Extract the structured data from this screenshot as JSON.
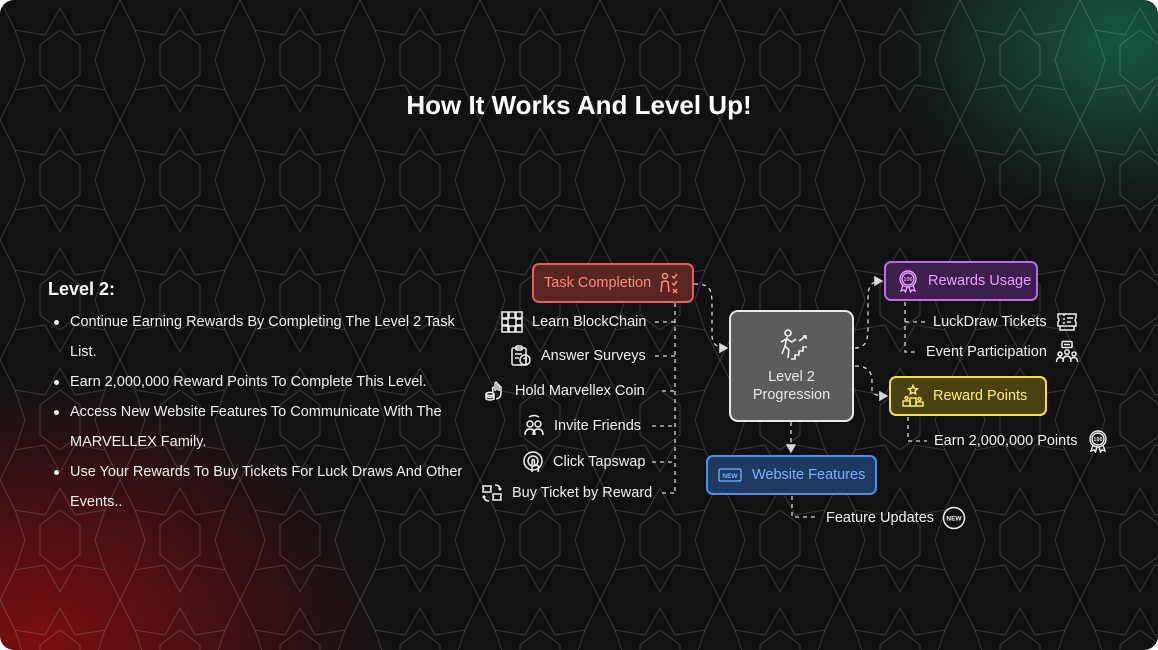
{
  "title": "How It Works And Level Up!",
  "level": {
    "heading": "Level 2:",
    "bullets": [
      "Continue Earning Rewards By Completing The Level 2 Task List.",
      "Earn 2,000,000 Reward Points To Complete This Level.",
      "Access New Website Features To Communicate With The MARVELLEX Family.",
      "Use Your Rewards To Buy Tickets For Luck Draws And Other Events.."
    ]
  },
  "diagram": {
    "center": {
      "line1": "Level 2",
      "line2": "Progression",
      "icon": "stairs-climb-icon"
    },
    "task_completion": {
      "label": "Task Completion",
      "icon": "task-checklist-icon",
      "color": "#e0625a",
      "items": [
        {
          "label": "Learn BlockChain",
          "icon": "blockchain-icon"
        },
        {
          "label": "Answer Surveys",
          "icon": "survey-icon"
        },
        {
          "label": "Hold Marvellex Coin",
          "icon": "hand-coins-icon"
        },
        {
          "label": "Invite Friends",
          "icon": "friends-icon"
        },
        {
          "label": "Click Tapswap",
          "icon": "tap-icon"
        },
        {
          "label": "Buy Ticket by Reward",
          "icon": "ticket-exchange-icon"
        }
      ]
    },
    "rewards_usage": {
      "label": "Rewards Usage",
      "icon": "badge-100-icon",
      "color": "#c06ae0",
      "items": [
        {
          "label": "LuckDraw Tickets",
          "icon": "tickets-icon"
        },
        {
          "label": "Event Participation",
          "icon": "event-people-icon"
        }
      ]
    },
    "reward_points": {
      "label": "Reward Points",
      "icon": "podium-star-icon",
      "color": "#f3e23e",
      "items": [
        {
          "label": "Earn 2,000,000 Points",
          "icon": "badge-100-icon"
        }
      ]
    },
    "website_features": {
      "label": "Website Features",
      "icon": "new-tag-icon",
      "color": "#4f91ea",
      "items": [
        {
          "label": "Feature Updates",
          "icon": "new-badge-icon"
        }
      ]
    }
  }
}
